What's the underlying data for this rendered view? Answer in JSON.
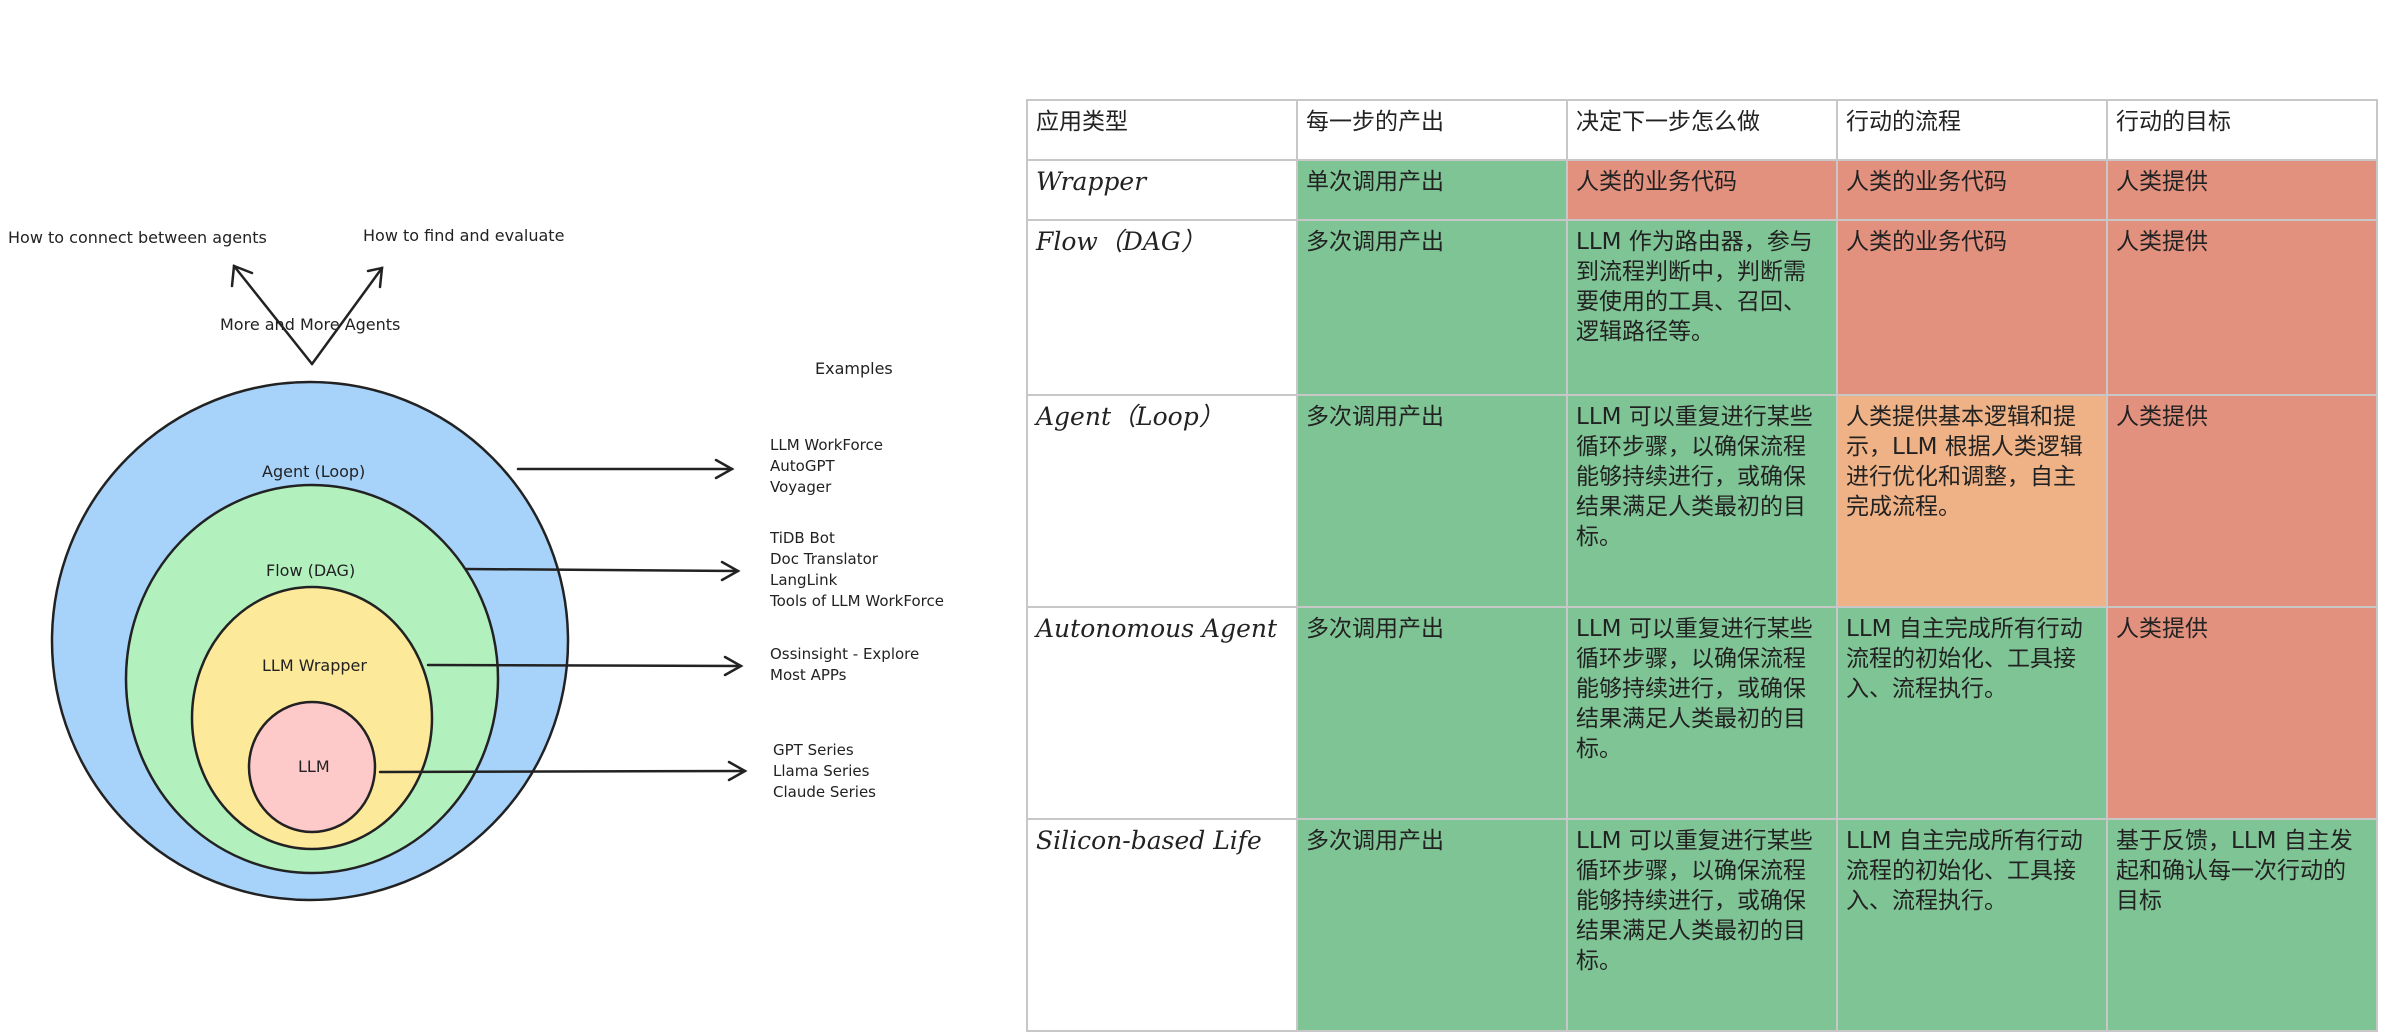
{
  "diagram": {
    "top_labels": {
      "left": "How to connect between agents",
      "right": "How to find and evaluate",
      "center": "More and More Agents"
    },
    "examples_title": "Examples",
    "rings": [
      {
        "label": "Agent (Loop)",
        "color": "#a7d3fb",
        "examples": [
          "LLM WorkForce",
          "AutoGPT",
          "Voyager"
        ]
      },
      {
        "label": "Flow (DAG)",
        "color": "#b2f1bd",
        "examples": [
          "TiDB Bot",
          "Doc Translator",
          "LangLink",
          "Tools of LLM WorkForce"
        ]
      },
      {
        "label": "LLM Wrapper",
        "color": "#fde99a",
        "examples": [
          "Ossinsight - Explore",
          "Most APPs"
        ]
      },
      {
        "label": "LLM",
        "color": "#fdc9c9",
        "examples": [
          "GPT Series",
          "Llama Series",
          "Claude Series"
        ]
      }
    ]
  },
  "table": {
    "headers": [
      "应用类型",
      "每一步的产出",
      "决定下一步怎么做",
      "行动的流程",
      "行动的目标"
    ],
    "rows": [
      {
        "type": "Wrapper",
        "cells": [
          {
            "text": "单次调用产出",
            "color": "green"
          },
          {
            "text": "人类的业务代码",
            "color": "red"
          },
          {
            "text": "人类的业务代码",
            "color": "red"
          },
          {
            "text": "人类提供",
            "color": "red"
          }
        ]
      },
      {
        "type": "Flow（DAG）",
        "cells": [
          {
            "text": "多次调用产出",
            "color": "green"
          },
          {
            "text": "LLM 作为路由器，参与到流程判断中，判断需要使用的工具、召回、逻辑路径等。",
            "color": "green"
          },
          {
            "text": "人类的业务代码",
            "color": "red"
          },
          {
            "text": "人类提供",
            "color": "red"
          }
        ]
      },
      {
        "type": "Agent（Loop）",
        "cells": [
          {
            "text": "多次调用产出",
            "color": "green"
          },
          {
            "text": "LLM 可以重复进行某些循环步骤，以确保流程能够持续进行，或确保结果满足人类最初的目标。",
            "color": "green"
          },
          {
            "text": "人类提供基本逻辑和提示，LLM 根据人类逻辑进行优化和调整，自主完成流程。",
            "color": "orange"
          },
          {
            "text": "人类提供",
            "color": "red"
          }
        ]
      },
      {
        "type": "Autonomous Agent",
        "cells": [
          {
            "text": "多次调用产出",
            "color": "green"
          },
          {
            "text": "LLM 可以重复进行某些循环步骤，以确保流程能够持续进行，或确保结果满足人类最初的目标。",
            "color": "green"
          },
          {
            "text": "LLM 自主完成所有行动流程的初始化、工具接入、流程执行。",
            "color": "green"
          },
          {
            "text": "人类提供",
            "color": "red"
          }
        ]
      },
      {
        "type": "Silicon-based Life",
        "cells": [
          {
            "text": "多次调用产出",
            "color": "green"
          },
          {
            "text": "LLM 可以重复进行某些循环步骤，以确保流程能够持续进行，或确保结果满足人类最初的目标。",
            "color": "green"
          },
          {
            "text": "LLM 自主完成所有行动流程的初始化、工具接入、流程执行。",
            "color": "green"
          },
          {
            "text": "基于反馈，LLM 自主发起和确认每一次行动的目标",
            "color": "green"
          }
        ]
      }
    ]
  }
}
